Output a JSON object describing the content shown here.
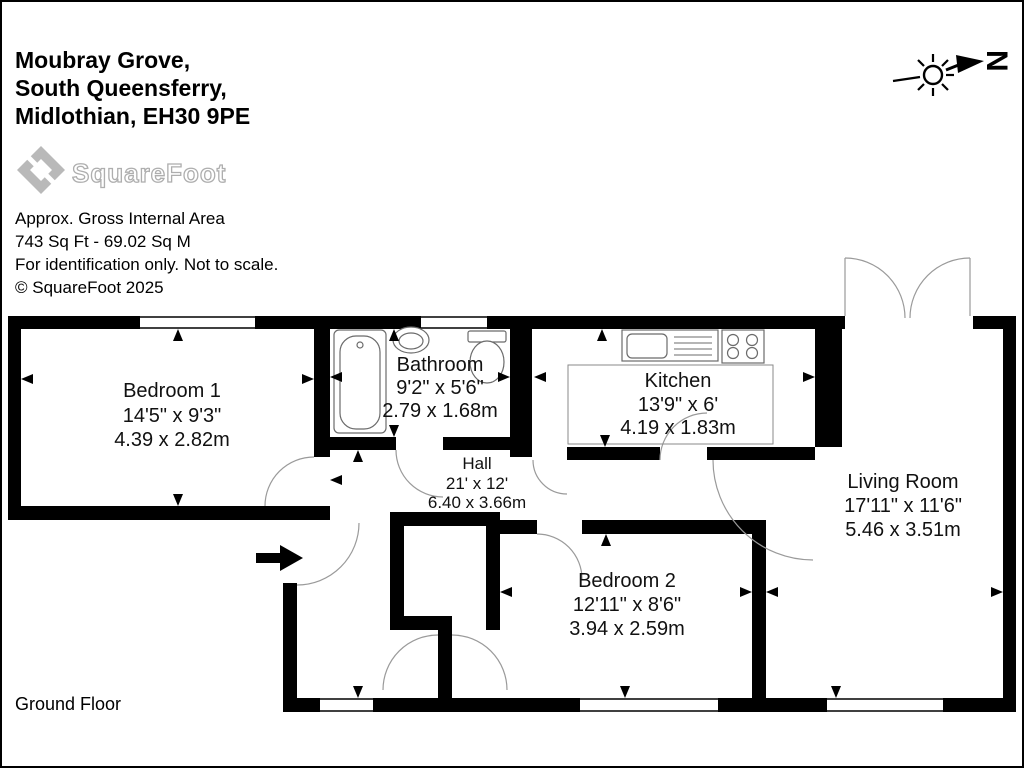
{
  "page": {
    "background": "#ffffff",
    "border_color": "#000000"
  },
  "header": {
    "address_lines": [
      "Moubray Grove,",
      "South Queensferry,",
      "Midlothian, EH30 9PE"
    ],
    "logo": {
      "text": "SquareFoot"
    },
    "notes": [
      "Approx. Gross Internal Area",
      "743 Sq Ft  -  69.02 Sq M",
      "For identification only. Not to scale.",
      "© SquareFoot 2025"
    ],
    "compass": {
      "letter": "N"
    }
  },
  "floor": {
    "label": "Ground Floor"
  },
  "rooms": {
    "bedroom1": {
      "name": "Bedroom 1",
      "imperial": "14'5\" x 9'3\"",
      "metric": "4.39 x 2.82m"
    },
    "bathroom": {
      "name": "Bathroom",
      "imperial": "9'2\" x 5'6\"",
      "metric": "2.79 x 1.68m"
    },
    "kitchen": {
      "name": "Kitchen",
      "imperial": "13'9\" x 6'",
      "metric": "4.19 x 1.83m"
    },
    "hall": {
      "name": "Hall",
      "imperial": "21' x 12'",
      "metric": "6.40 x 3.66m"
    },
    "bedroom2": {
      "name": "Bedroom 2",
      "imperial": "12'11\" x 8'6\"",
      "metric": "3.94 x 2.59m"
    },
    "living_room": {
      "name": "Living Room",
      "imperial": "17'11\" x 11'6\"",
      "metric": "5.46 x 3.51m"
    }
  },
  "colors": {
    "wall": "#000000",
    "door_arc": "#9a9a9a",
    "fixture_line": "#6b6b6b",
    "logo_gray": "#b9b9b9",
    "text": "#111111"
  }
}
